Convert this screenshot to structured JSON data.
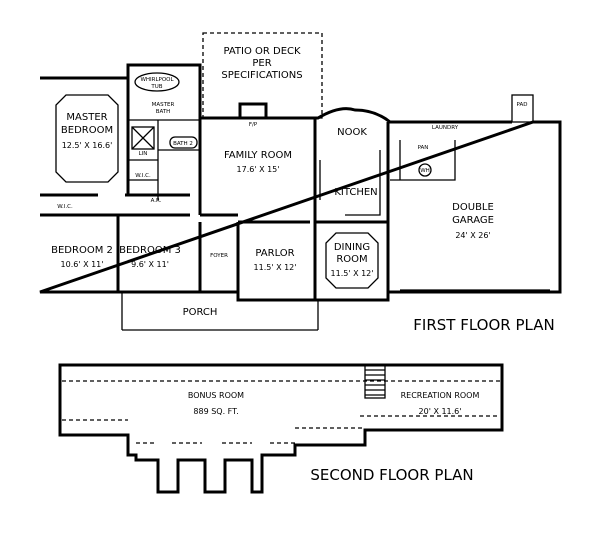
{
  "first_floor": {
    "title": "FIRST FLOOR PLAN",
    "patio": [
      "PATIO OR DECK",
      "PER",
      "SPECIFICATIONS"
    ],
    "rooms": {
      "master_bedroom": {
        "name": [
          "MASTER",
          "BEDROOM"
        ],
        "size": "12.5' X 16.6'"
      },
      "whirlpool_tub": [
        "WHIRLPOOL",
        "TUB"
      ],
      "master_bath": [
        "MASTER",
        "BATH"
      ],
      "bath2": "BATH 2",
      "linen": "LIN",
      "wic_master": "W.I.C.",
      "wic_bed2": "W.I.C.",
      "ar": "A.R.",
      "fireplace": "F/P",
      "family_room": {
        "name": "FAMILY ROOM",
        "size": "17.6' X 15'"
      },
      "nook": "NOOK",
      "kitchen": "KITCHEN",
      "pantry": "PAN",
      "laundry": "LAUNDRY",
      "water_heater": "WH",
      "pad": "PAD",
      "garage": {
        "name": [
          "DOUBLE",
          "GARAGE"
        ],
        "size": "24' X 26'"
      },
      "bedroom2": {
        "name": "BEDROOM 2",
        "size": "10.6' X 11'"
      },
      "bedroom3": {
        "name": "BEDROOM 3",
        "size": "9.6' X 11'"
      },
      "foyer": "FOYER",
      "parlor": {
        "name": "PARLOR",
        "size": "11.5' X 12'"
      },
      "dining_room": {
        "name": [
          "DINING",
          "ROOM"
        ],
        "size": "11.5' X 12'"
      },
      "porch": "PORCH"
    }
  },
  "second_floor": {
    "title": "SECOND FLOOR PLAN",
    "bonus_room": {
      "name": "BONUS ROOM",
      "size": "889 SQ. FT."
    },
    "recreation_room": {
      "name": "RECREATION ROOM",
      "size": "20' X 11.6'"
    }
  }
}
